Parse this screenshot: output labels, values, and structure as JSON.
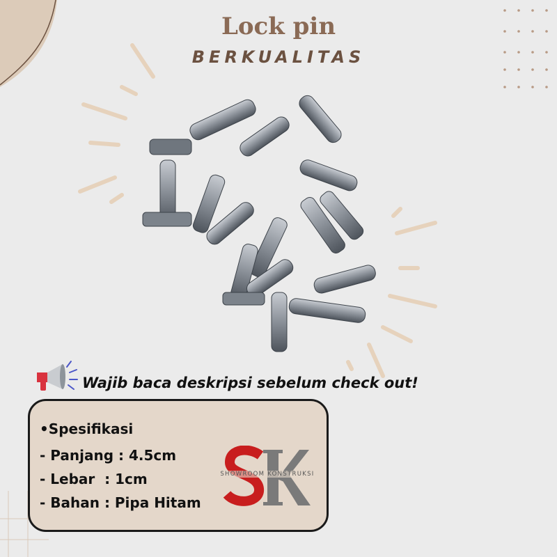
{
  "header": {
    "title": "Lock pin",
    "subtitle": "BERKUALITAS"
  },
  "notice": {
    "text": "Wajib baca deskripsi sebelum check out!",
    "icon": "megaphone-icon"
  },
  "specs": {
    "heading": "•Spesifikasi",
    "items": [
      "- Panjang : 4.5cm",
      "- Lebar  : 1cm",
      "- Bahan : Pipa Hitam"
    ]
  },
  "logo": {
    "letters": "SK",
    "text": "SHOWROOM KONSTRUKSI",
    "colors": {
      "s": "#c81e1e",
      "k": "#7a7a7a"
    }
  },
  "colors": {
    "background": "#ebebeb",
    "accent": "#8a6a55",
    "box": "#e4d7ca",
    "rays": "#e8d3bd"
  }
}
